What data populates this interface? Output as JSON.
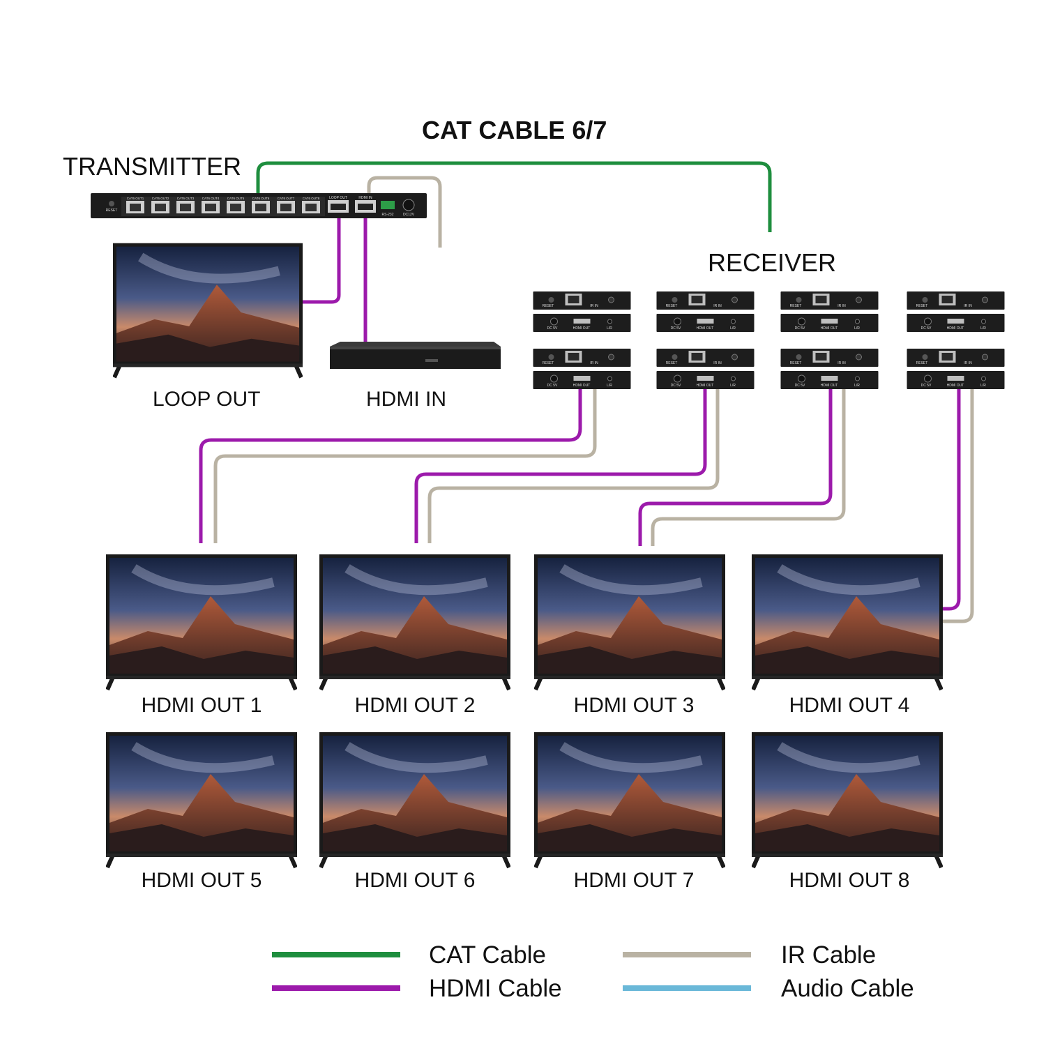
{
  "title": "CAT CABLE 6/7",
  "transmitter": {
    "label": "TRANSMITTER",
    "ports": [
      "CAT6 OUT1",
      "CAT6 OUT2",
      "CAT6 OUT3",
      "CAT6 OUT4",
      "CAT6 OUT5",
      "CAT6 OUT6",
      "CAT6 OUT7",
      "CAT6 OUT8"
    ],
    "loop_port": "LOOP OUT",
    "hdmi_port": "HDMI IN",
    "rs232": "RS-232",
    "reset": "RESET",
    "power": "DC12V"
  },
  "receiver": {
    "label": "RECEIVER",
    "reset": "RESET",
    "ir_in": "IR IN",
    "dc": "DC 5V",
    "hdmi_out": "HDMI OUT",
    "lr": "L/R"
  },
  "sources": {
    "loop_out": "LOOP OUT",
    "hdmi_in": "HDMI IN"
  },
  "outputs": [
    "HDMI OUT 1",
    "HDMI OUT 2",
    "HDMI OUT 3",
    "HDMI OUT 4",
    "HDMI OUT 5",
    "HDMI OUT 6",
    "HDMI OUT 7",
    "HDMI OUT 8"
  ],
  "legend": [
    {
      "label": "CAT Cable",
      "color": "#1e8e3e"
    },
    {
      "label": "HDMI Cable",
      "color": "#9c1aab"
    },
    {
      "label": "IR Cable",
      "color": "#b9b2a3"
    },
    {
      "label": "Audio Cable",
      "color": "#6ab8d8"
    }
  ],
  "colors": {
    "cat": "#1e8e3e",
    "hdmi": "#9c1aab",
    "ir": "#b9b2a3",
    "device": "#1c1c1c"
  }
}
